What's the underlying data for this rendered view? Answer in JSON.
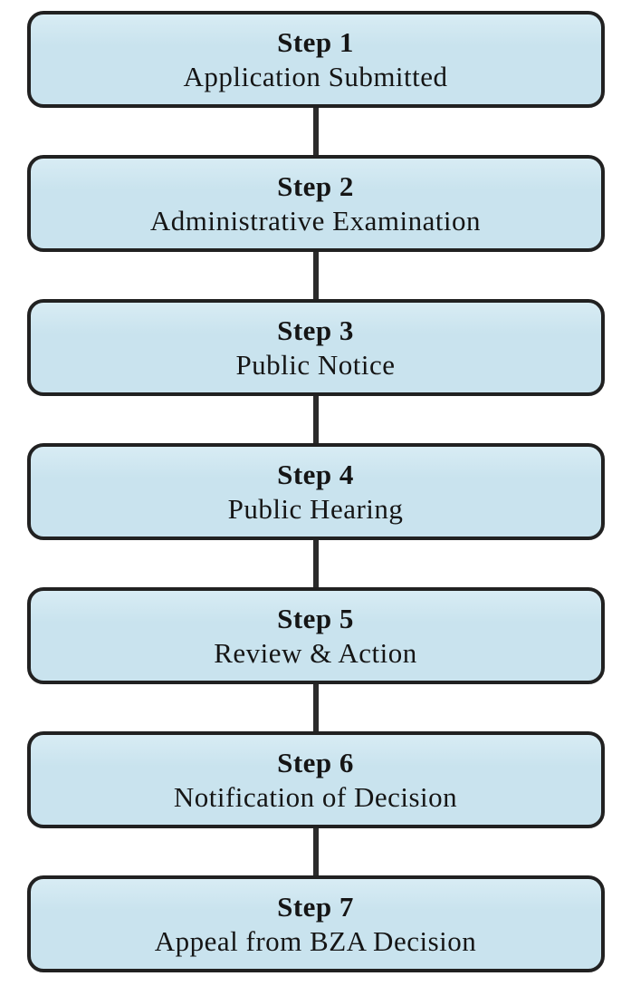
{
  "diagram": {
    "type": "flowchart-vertical",
    "steps": [
      {
        "title": "Step 1",
        "label": "Application Submitted"
      },
      {
        "title": "Step 2",
        "label": "Administrative Examination"
      },
      {
        "title": "Step 3",
        "label": "Public Notice"
      },
      {
        "title": "Step 4",
        "label": "Public Hearing"
      },
      {
        "title": "Step 5",
        "label": "Review & Action"
      },
      {
        "title": "Step 6",
        "label": "Notification of Decision"
      },
      {
        "title": "Step 7",
        "label": "Appeal from BZA Decision"
      }
    ]
  },
  "colors": {
    "background": "#ffffff",
    "box-fill": "#c9e3ee",
    "box-fill-light": "#d8ecf4",
    "box-border": "#212121",
    "connector": "#2b2b2b",
    "text": "#151515"
  }
}
